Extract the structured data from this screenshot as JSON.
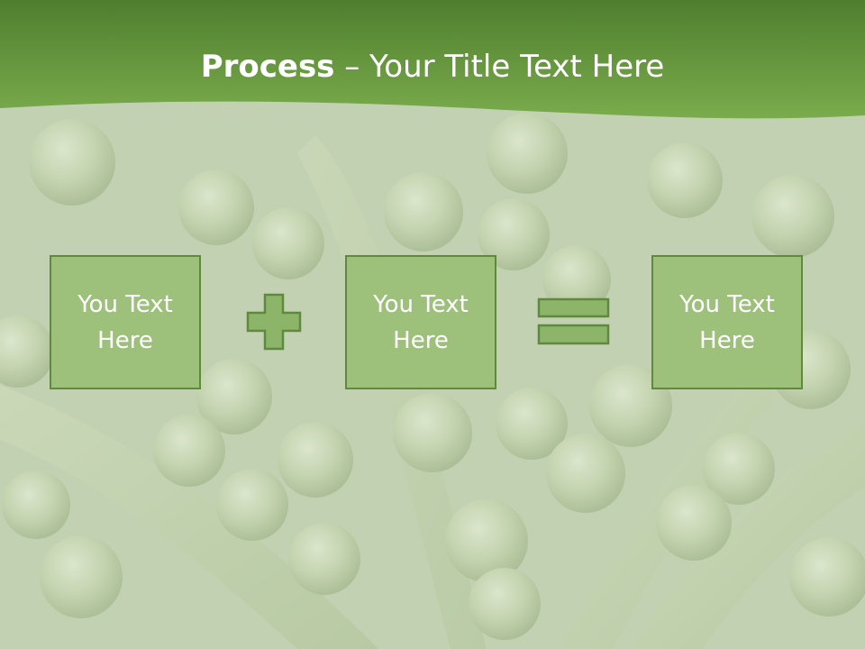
{
  "slide": {
    "title_strong": "Process",
    "title_rest": " – Your Title Text Here"
  },
  "boxes": [
    {
      "line1": "You Text",
      "line2": "Here"
    },
    {
      "line1": "You Text",
      "line2": "Here"
    },
    {
      "line1": "You Text",
      "line2": "Here"
    }
  ],
  "icons": {
    "plus": "plus-icon",
    "equals": "equals-icon",
    "background": "green-peas-photo"
  },
  "colors": {
    "header_green": "#6a9e3e",
    "box_fill": "#9dc07a",
    "box_border": "#5f8a3c",
    "operator_fill": "#8cb56a",
    "text": "#ffffff"
  }
}
